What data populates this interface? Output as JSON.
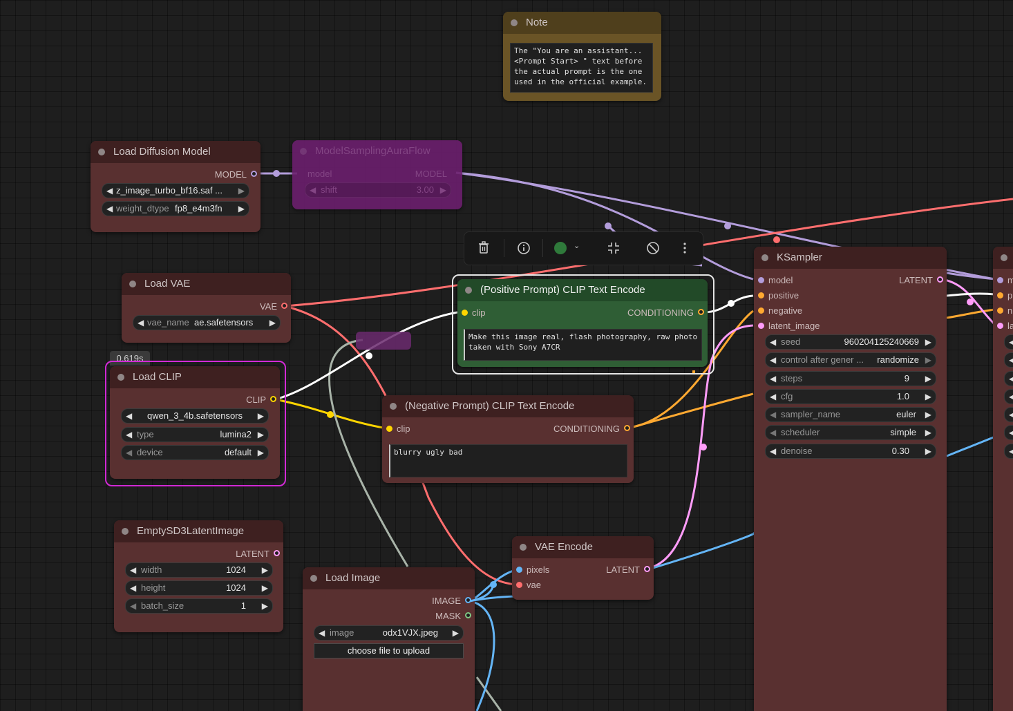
{
  "note": {
    "title": "Note",
    "text": "The \"You are an assistant...\n<Prompt Start> \" text before\nthe actual prompt is the one\nused in the official example."
  },
  "load_diffusion_model": {
    "title": "Load Diffusion Model",
    "output_model": "MODEL",
    "unet_name": "z_image_turbo_bf16.saf ...",
    "weight_dtype_label": "weight_dtype",
    "weight_dtype_value": "fp8_e4m3fn"
  },
  "model_sampling": {
    "title": "ModelSamplingAuraFlow",
    "input_model": "model",
    "output_model": "MODEL",
    "shift_label": "shift",
    "shift_value": "3.00"
  },
  "load_vae": {
    "title": "Load VAE",
    "output_vae": "VAE",
    "vae_name_label": "vae_name",
    "vae_name_value": "ae.safetensors"
  },
  "load_clip": {
    "badge": "0.619s",
    "title": "Load CLIP",
    "output_clip": "CLIP",
    "clip_name": "qwen_3_4b.safetensors",
    "type_label": "type",
    "type_value": "lumina2",
    "device_label": "device",
    "device_value": "default"
  },
  "empty_latent": {
    "title": "EmptySD3LatentImage",
    "output_latent": "LATENT",
    "width_label": "width",
    "width_value": "1024",
    "height_label": "height",
    "height_value": "1024",
    "batch_label": "batch_size",
    "batch_value": "1"
  },
  "positive_prompt": {
    "title": "(Positive Prompt) CLIP Text Encode",
    "input_clip": "clip",
    "output_conditioning": "CONDITIONING",
    "text": "Make this image real, flash photography, raw photo\ntaken with Sony A7CR"
  },
  "negative_prompt": {
    "title": "(Negative Prompt) CLIP Text Encode",
    "input_clip": "clip",
    "output_conditioning": "CONDITIONING",
    "text": "blurry ugly bad"
  },
  "ksampler": {
    "title": "KSampler",
    "inputs": [
      "model",
      "positive",
      "negative",
      "latent_image"
    ],
    "output_latent": "LATENT",
    "seed_label": "seed",
    "seed_value": "960204125240669",
    "control_label": "control after gener ...",
    "control_value": "randomize",
    "steps_label": "steps",
    "steps_value": "9",
    "cfg_label": "cfg",
    "cfg_value": "1.0",
    "sampler_label": "sampler_name",
    "sampler_value": "euler",
    "scheduler_label": "scheduler",
    "scheduler_value": "simple",
    "denoise_label": "denoise",
    "denoise_value": "0.30"
  },
  "vae_encode": {
    "title": "VAE Encode",
    "input_pixels": "pixels",
    "input_vae": "vae",
    "output_latent": "LATENT"
  },
  "load_image": {
    "title": "Load Image",
    "output_image": "IMAGE",
    "output_mask": "MASK",
    "image_label": "image",
    "image_value": "odx1VJX.jpeg",
    "upload_label": "choose file to upload"
  },
  "right_partial": {
    "inputs": [
      "m",
      "p",
      "n",
      "la"
    ]
  },
  "colors": {
    "model": "#b39ddb",
    "clip": "#ffd500",
    "vae": "#ff6e6e",
    "conditioning": "#ffa931",
    "latent": "#ff9cf9",
    "image": "#64b5f6",
    "mask": "#81c784",
    "node_body": "#593030",
    "node_title": "#3e2020",
    "bypass": "#8a2a8c",
    "selected_green": "#2f5e35"
  }
}
